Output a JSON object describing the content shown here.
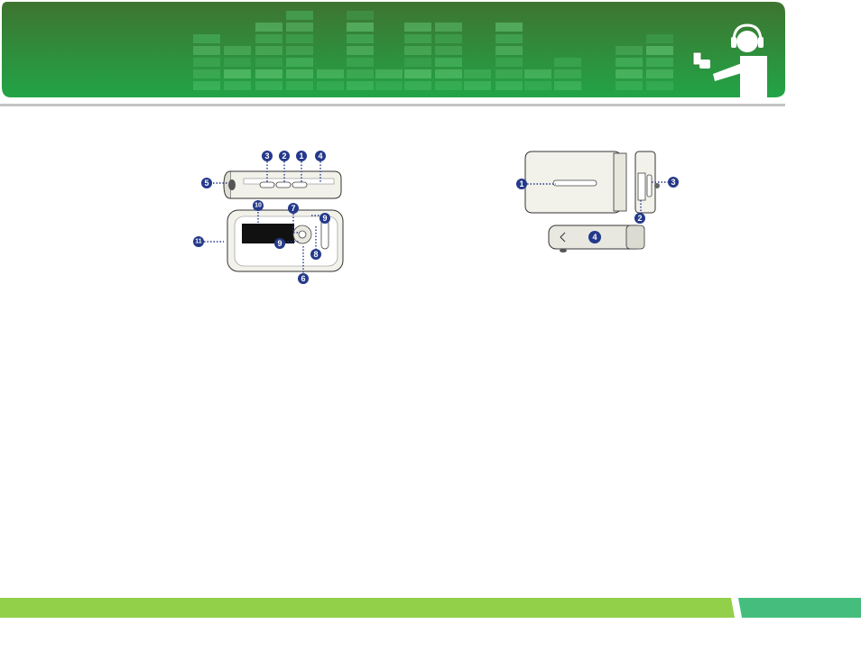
{
  "colors": {
    "banner_dark": "#3b7a32",
    "banner_light": "#1fa84a",
    "callout": "#24398a",
    "footer_left": "#93d04a",
    "footer_right": "#45be7d"
  },
  "icons": {
    "header_figure": "person-with-headphones-icon"
  },
  "figure_left": {
    "callouts": [
      "1",
      "2",
      "3",
      "4",
      "5",
      "6",
      "7",
      "8",
      "9",
      "9",
      "10",
      "11"
    ]
  },
  "figure_right": {
    "callouts": [
      "1",
      "2",
      "3",
      "4"
    ]
  }
}
